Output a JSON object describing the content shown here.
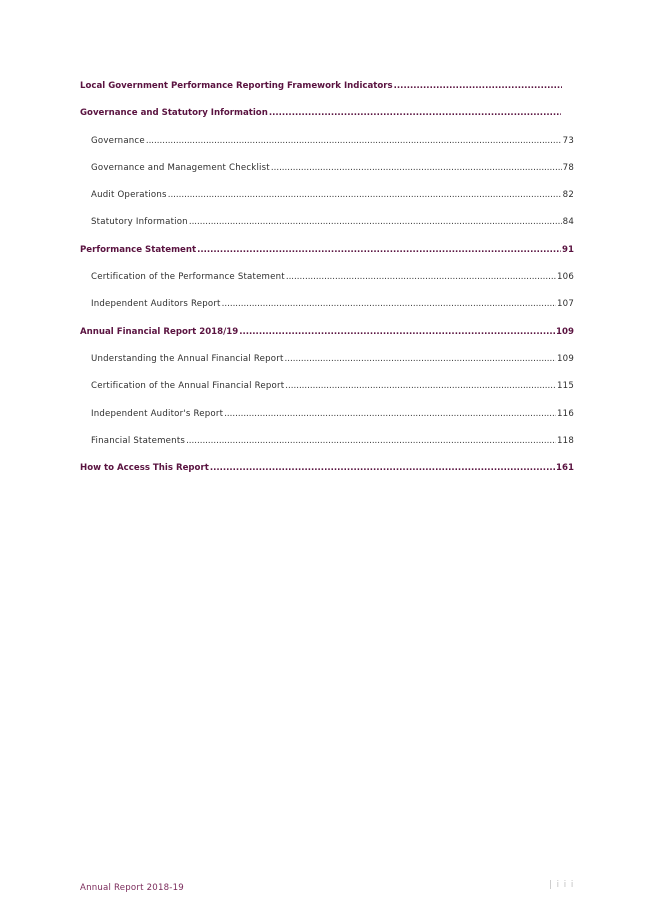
{
  "toc": [
    {
      "title": "Local Government Performance Reporting Framework Indicators",
      "page": "",
      "level": 1,
      "dots_width": 168
    },
    {
      "title": "Governance and Statutory Information",
      "page": "",
      "level": 1,
      "dots_width": 292
    },
    {
      "title": "Governance",
      "page": "73",
      "level": 2
    },
    {
      "title": "Governance and Management Checklist",
      "page": "78",
      "level": 2
    },
    {
      "title": "Audit Operations",
      "page": "82",
      "level": 2
    },
    {
      "title": "Statutory Information",
      "page": "84",
      "level": 2
    },
    {
      "title": "Performance Statement",
      "page": "91",
      "level": 1
    },
    {
      "title": "Certification of the Performance Statement",
      "page": "106",
      "level": 2
    },
    {
      "title": "Independent Auditors Report",
      "page": "107",
      "level": 2
    },
    {
      "title": "Annual Financial Report 2018/19",
      "page": "109",
      "level": 1
    },
    {
      "title": "Understanding the Annual Financial Report",
      "page": "109",
      "level": 2
    },
    {
      "title": "Certification of the Annual Financial Report",
      "page": "115",
      "level": 2
    },
    {
      "title": "Independent Auditor's Report",
      "page": "116",
      "level": 2
    },
    {
      "title": "Financial Statements",
      "page": "118",
      "level": 2
    },
    {
      "title": "How to Access This Report",
      "page": "161",
      "level": 1
    }
  ],
  "footer": {
    "left": "Annual Report 2018-19",
    "right": "| i i i"
  }
}
